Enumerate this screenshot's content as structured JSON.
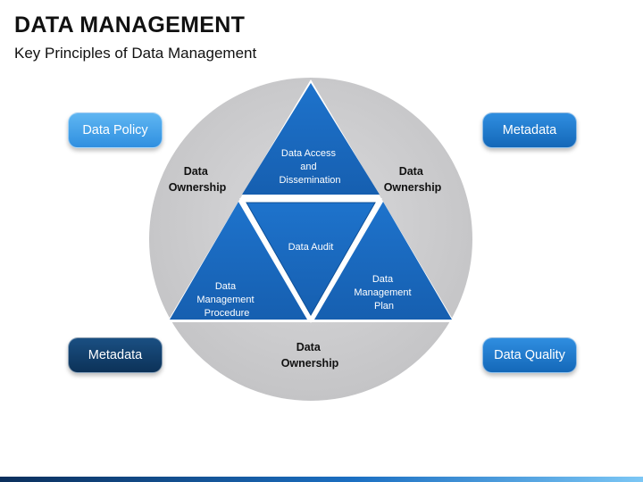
{
  "header": {
    "title": "DATA MANAGEMENT",
    "subtitle": "Key Principles of Data Management"
  },
  "diagram": {
    "triangle_top": [
      "Data Access",
      "and",
      "Dissemination"
    ],
    "triangle_center": [
      "Data Audit"
    ],
    "triangle_left": [
      "Data",
      "Management",
      "Procedure"
    ],
    "triangle_right": [
      "Data",
      "Management",
      "Plan"
    ],
    "circle_left_label": [
      "Data",
      "Ownership"
    ],
    "circle_right_label": [
      "Data",
      "Ownership"
    ],
    "circle_bottom_label": [
      "Data",
      "Ownership"
    ]
  },
  "pills": {
    "top_left": "Data Policy",
    "top_right": "Metadata",
    "bottom_left": "Metadata",
    "bottom_right": "Data Quality"
  },
  "colors": {
    "circle_fill": "#cfcfd1",
    "triangle_blue": "#1b6cc4",
    "pill_light": "#3d9ee8",
    "pill_mid": "#1f7ad0",
    "pill_dark": "#0f3c68"
  }
}
